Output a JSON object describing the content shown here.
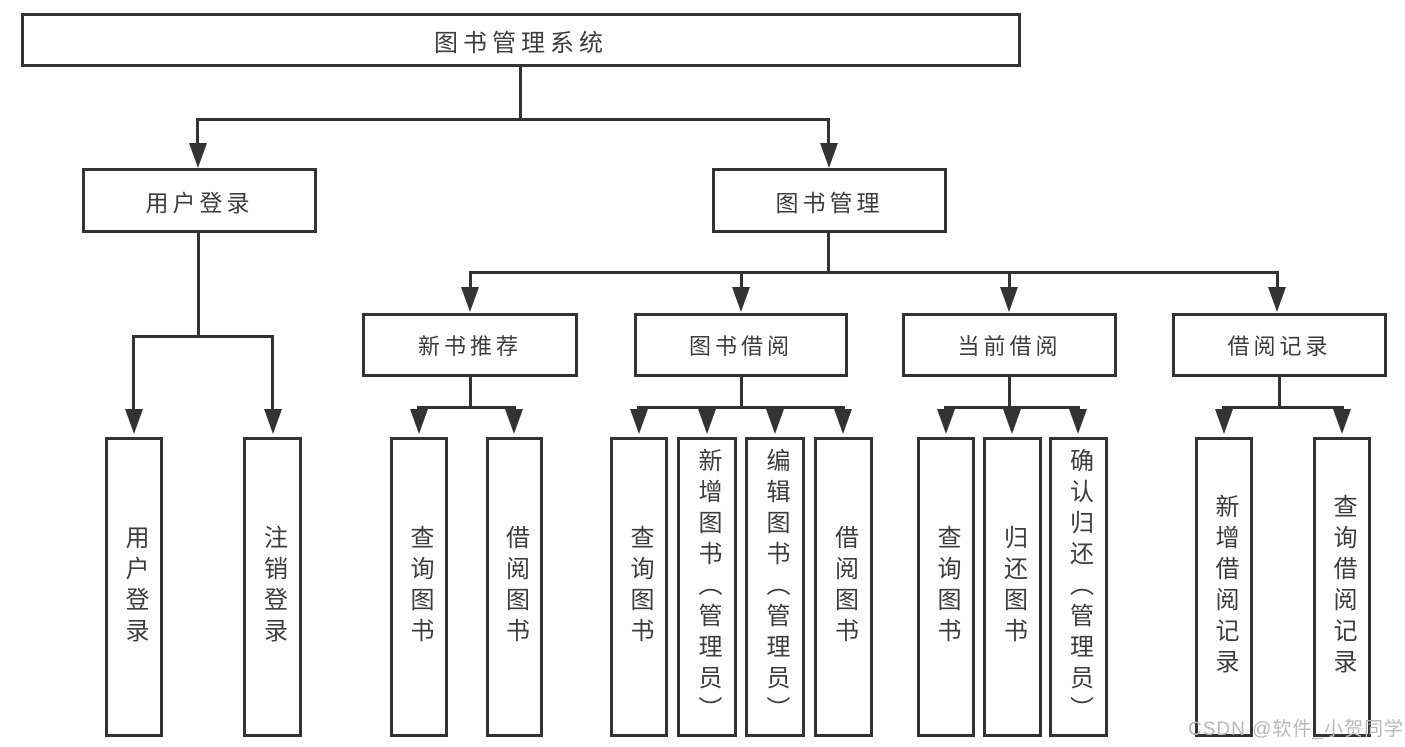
{
  "colors": {
    "line": "#333333",
    "box_border": "#333333",
    "text": "#3d3d3d",
    "watermark": "#b8b8b8",
    "background": "#ffffff"
  },
  "watermark": {
    "text": "CSDN @软件_小贺同学"
  },
  "diagram": {
    "root": {
      "label": "图书管理系统"
    },
    "branches": [
      {
        "label": "用户登录",
        "children": [
          {
            "label": "用户登录"
          },
          {
            "label": "注销登录"
          }
        ]
      },
      {
        "label": "图书管理",
        "children": [
          {
            "label": "新书推荐",
            "children": [
              {
                "label": "查询图书"
              },
              {
                "label": "借阅图书"
              }
            ]
          },
          {
            "label": "图书借阅",
            "children": [
              {
                "label": "查询图书"
              },
              {
                "label": "新增图书（管理员）"
              },
              {
                "label": "编辑图书（管理员）"
              },
              {
                "label": "借阅图书"
              }
            ]
          },
          {
            "label": "当前借阅",
            "children": [
              {
                "label": "查询图书"
              },
              {
                "label": "归还图书"
              },
              {
                "label": "确认归还（管理员）"
              }
            ]
          },
          {
            "label": "借阅记录",
            "children": [
              {
                "label": "新增借阅记录"
              },
              {
                "label": "查询借阅记录"
              }
            ]
          }
        ]
      }
    ]
  }
}
